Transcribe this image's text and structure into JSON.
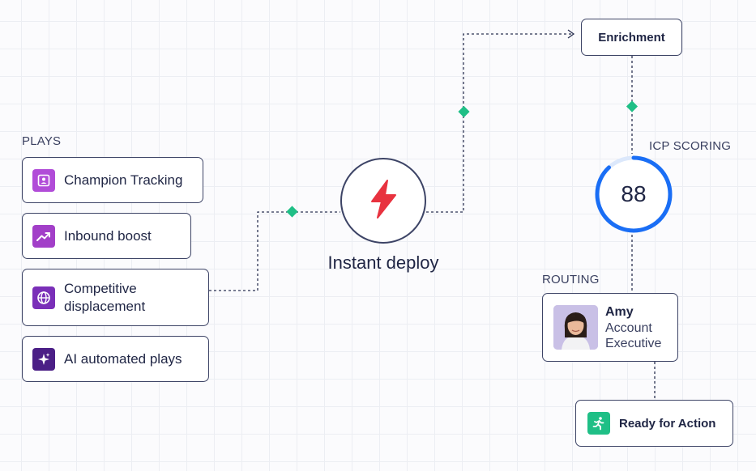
{
  "plays": {
    "heading": "PLAYS",
    "items": [
      {
        "label": "Champion Tracking",
        "icon": "person-badge-icon",
        "color": "#b14cd8"
      },
      {
        "label": "Inbound boost",
        "icon": "trending-up-icon",
        "color": "#a23fc8"
      },
      {
        "label": "Competitive displacement",
        "icon": "globe-icon",
        "color": "#7a2fb8"
      },
      {
        "label": "AI automated plays",
        "icon": "sparkles-icon",
        "color": "#4b1f86"
      }
    ]
  },
  "deploy": {
    "label": "Instant deploy",
    "icon": "lightning-icon",
    "color": "#e8323f"
  },
  "enrichment": {
    "label": "Enrichment"
  },
  "scoring": {
    "heading": "ICP SCORING",
    "score": "88",
    "progress": 0.88,
    "color": "#1a6ef5"
  },
  "routing": {
    "heading": "ROUTING",
    "name": "Amy",
    "role_line1": "Account",
    "role_line2": "Executive"
  },
  "action": {
    "label": "Ready for Action",
    "icon": "running-person-icon",
    "color": "#1fbf86"
  },
  "connector_color": "#2b3252",
  "node_marker_color": "#1fbf86"
}
